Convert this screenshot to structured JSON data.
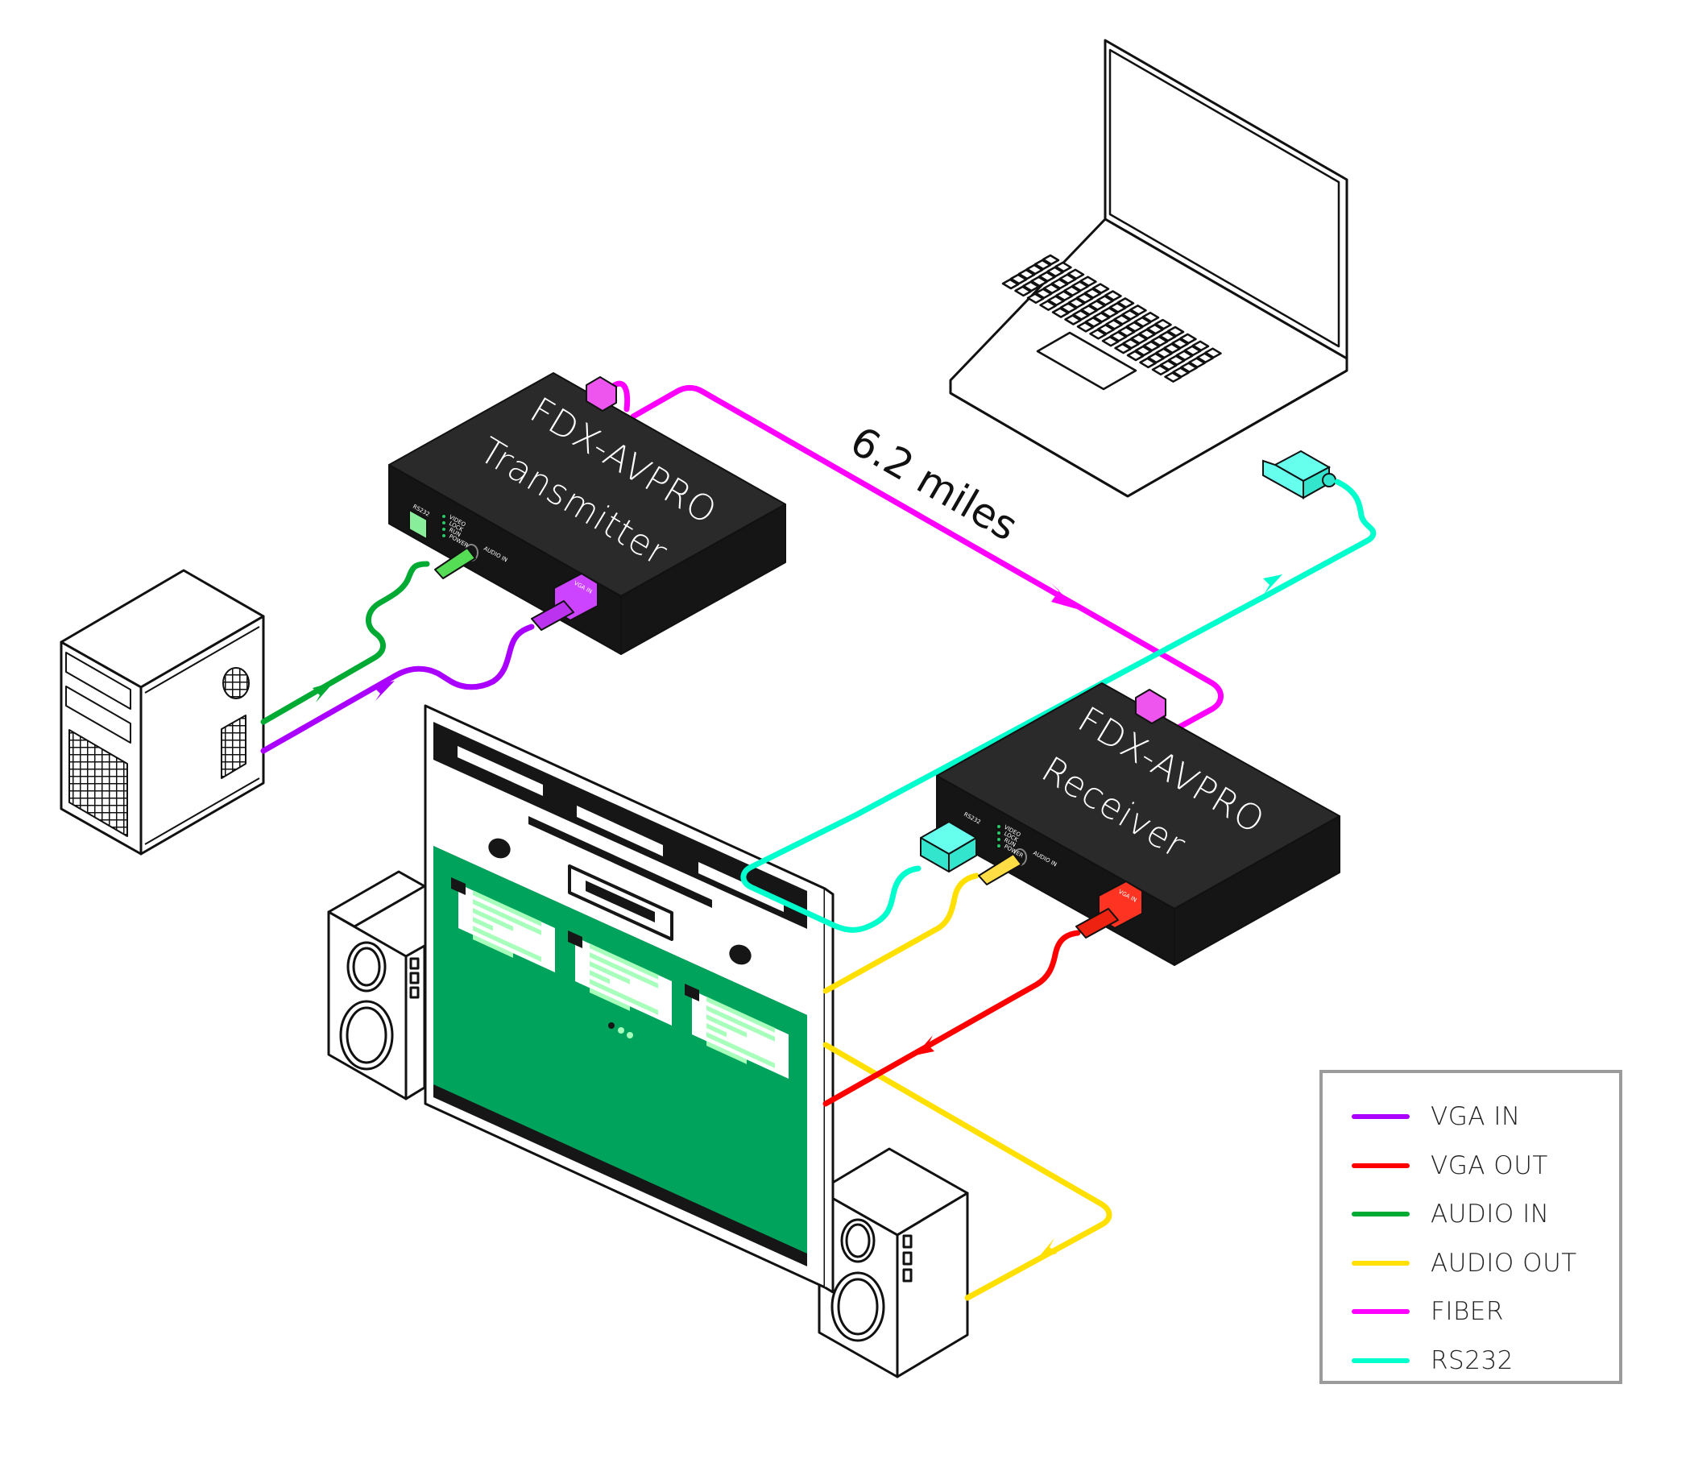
{
  "title": "FDX-AVPRO fiber extender connection diagram",
  "distance_label": "6.2 miles",
  "transmitter": {
    "title_line1": "FDX-AVPRO",
    "title_line2": "Transmitter",
    "port_rs232": "RS232",
    "leds": [
      "VIDEO",
      "LOCK",
      "RUN",
      "POWER"
    ],
    "port_audio": "AUDIO IN",
    "port_vga": "VGA IN"
  },
  "receiver": {
    "title_line1": "FDX-AVPRO",
    "title_line2": "Receiver",
    "port_rs232": "RS232",
    "leds": [
      "VIDEO",
      "LOCK",
      "RUN",
      "POWER"
    ],
    "port_audio": "AUDIO IN",
    "port_vga": "VGA IN"
  },
  "devices": {
    "pc_tower": "pc-tower-icon",
    "laptop": "laptop-icon",
    "monitor": "monitor-icon",
    "speaker_left": "speaker-icon",
    "speaker_right": "speaker-icon"
  },
  "colors": {
    "vga_in": "#aa00ff",
    "vga_out": "#ff0000",
    "audio_in": "#00aa33",
    "audio_out": "#ffe000",
    "fiber": "#ff00ff",
    "rs232": "#00ffcc",
    "box": "#1a1a1a",
    "box_top": "#2a2a2a",
    "screen_green": "#00a35c",
    "screen_light": "#a8ffbc"
  },
  "legend": {
    "items": [
      {
        "label": "VGA IN",
        "color": "#aa00ff"
      },
      {
        "label": "VGA OUT",
        "color": "#ff0000"
      },
      {
        "label": "AUDIO IN",
        "color": "#00aa33"
      },
      {
        "label": "AUDIO OUT",
        "color": "#ffe000"
      },
      {
        "label": "FIBER",
        "color": "#ff00ff"
      },
      {
        "label": "RS232",
        "color": "#00ffcc"
      }
    ]
  }
}
